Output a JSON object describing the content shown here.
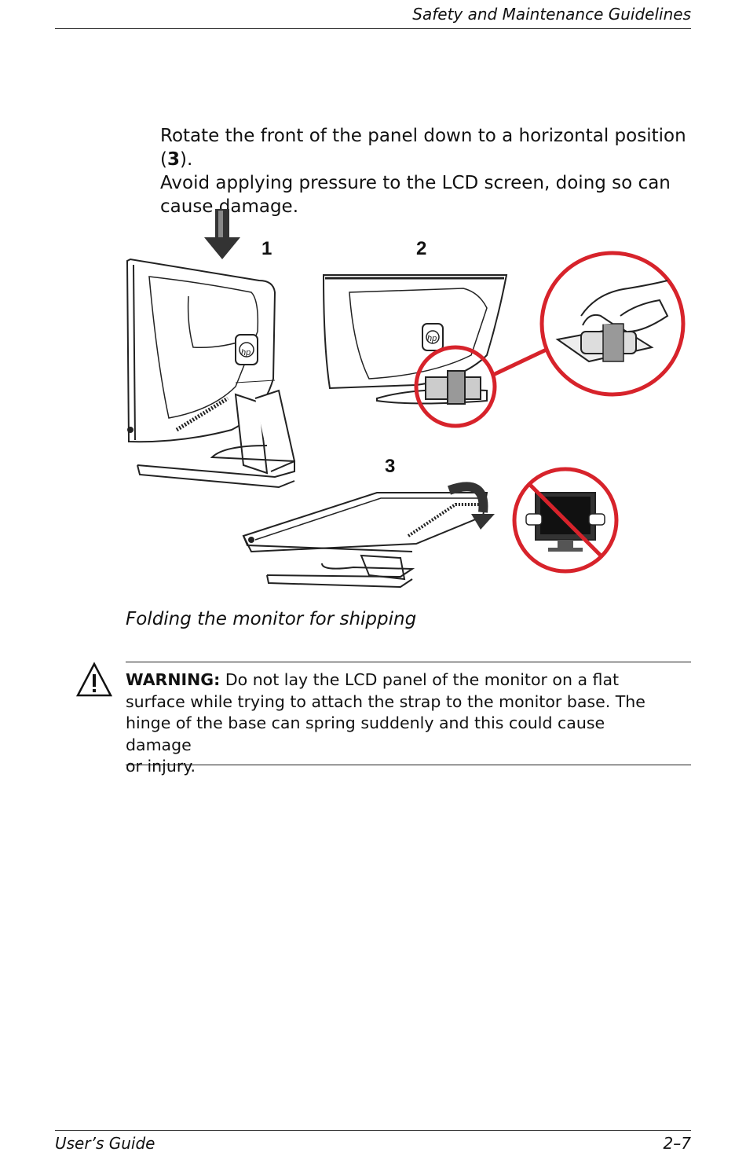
{
  "header": {
    "section_title": "Safety and Maintenance Guidelines"
  },
  "body": {
    "instruction_prefix": "Rotate the front of the panel down to a horizontal position (",
    "instruction_step": "3",
    "instruction_suffix": ").",
    "instruction_line2": "Avoid applying pressure to the LCD screen, doing so can",
    "instruction_line3": "cause damage."
  },
  "figure": {
    "step_labels": [
      "1",
      "2",
      "3"
    ],
    "logo_text": "hp",
    "caption": "Folding the monitor for shipping"
  },
  "warning": {
    "label": "WARNING:",
    "line1": "Do not lay the LCD panel of the monitor on a flat",
    "line2": "surface while trying to attach the strap to the monitor base. The",
    "line3": "hinge of the base can spring suddenly and this could cause damage",
    "line4": "or injury."
  },
  "footer": {
    "left": "User’s Guide",
    "right": "2–7"
  },
  "colors": {
    "prohibit_red": "#d7232b",
    "text": "#111111"
  }
}
